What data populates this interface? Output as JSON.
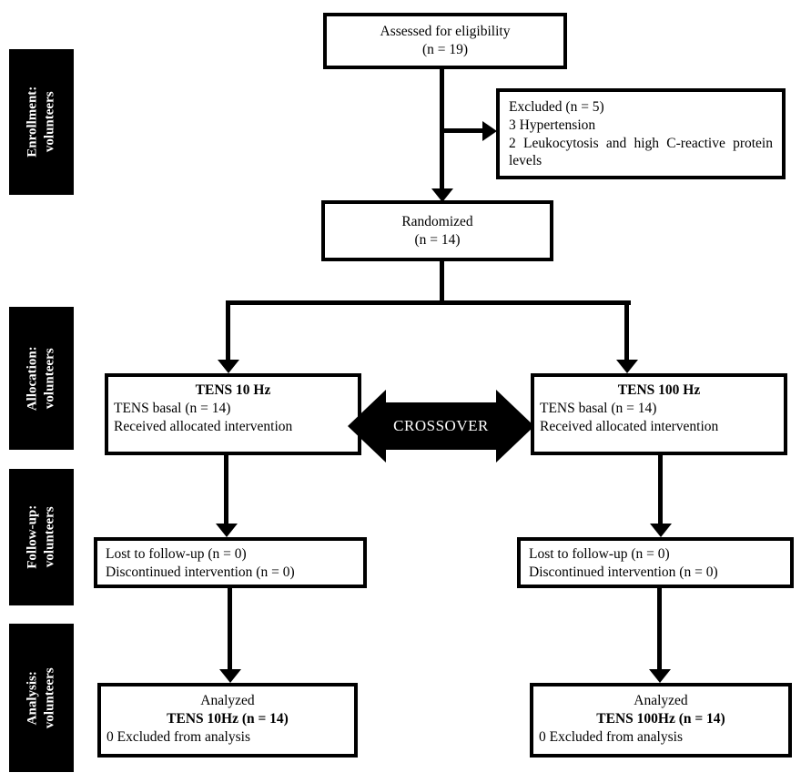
{
  "colors": {
    "ink": "#000000",
    "paper": "#ffffff",
    "stage_bg": "#000000",
    "stage_text": "#ffffff"
  },
  "stages": [
    {
      "id": "enrollment",
      "line1": "Enrollment:",
      "line2": "volunteers"
    },
    {
      "id": "allocation",
      "line1": "Allocation:",
      "line2": "volunteers"
    },
    {
      "id": "followup",
      "line1": "Follow-up:",
      "line2": "volunteers"
    },
    {
      "id": "analysis",
      "line1": "Analysis:",
      "line2": "volunteers"
    }
  ],
  "boxes": {
    "assessed": {
      "line1": "Assessed for eligibility",
      "line2": "(n = 19)"
    },
    "excluded": {
      "line1": "Excluded (n = 5)",
      "line2": "3 Hypertension",
      "line3": "2 Leukocytosis and high C-reactive protein levels"
    },
    "randomized": {
      "line1": "Randomized",
      "line2": "(n = 14)"
    },
    "alloc_left": {
      "title": "TENS 10 Hz",
      "line1": "TENS basal (n = 14)",
      "line2": "Received allocated intervention"
    },
    "alloc_right": {
      "title": "TENS 100 Hz",
      "line1": "TENS basal (n = 14)",
      "line2": "Received allocated intervention"
    },
    "followup_left": {
      "line1": "Lost to follow-up (n = 0)",
      "line2": "Discontinued intervention (n = 0)"
    },
    "followup_right": {
      "line1": "Lost to follow-up (n = 0)",
      "line2": "Discontinued intervention (n = 0)"
    },
    "analysis_left": {
      "line1": "Analyzed",
      "line2": "TENS 10Hz (n = 14)",
      "line3": "0 Excluded from analysis"
    },
    "analysis_right": {
      "line1": "Analyzed",
      "line2": "TENS 100Hz (n = 14)",
      "line3": "0 Excluded from analysis"
    }
  },
  "crossover": {
    "label": "CROSSOVER"
  }
}
